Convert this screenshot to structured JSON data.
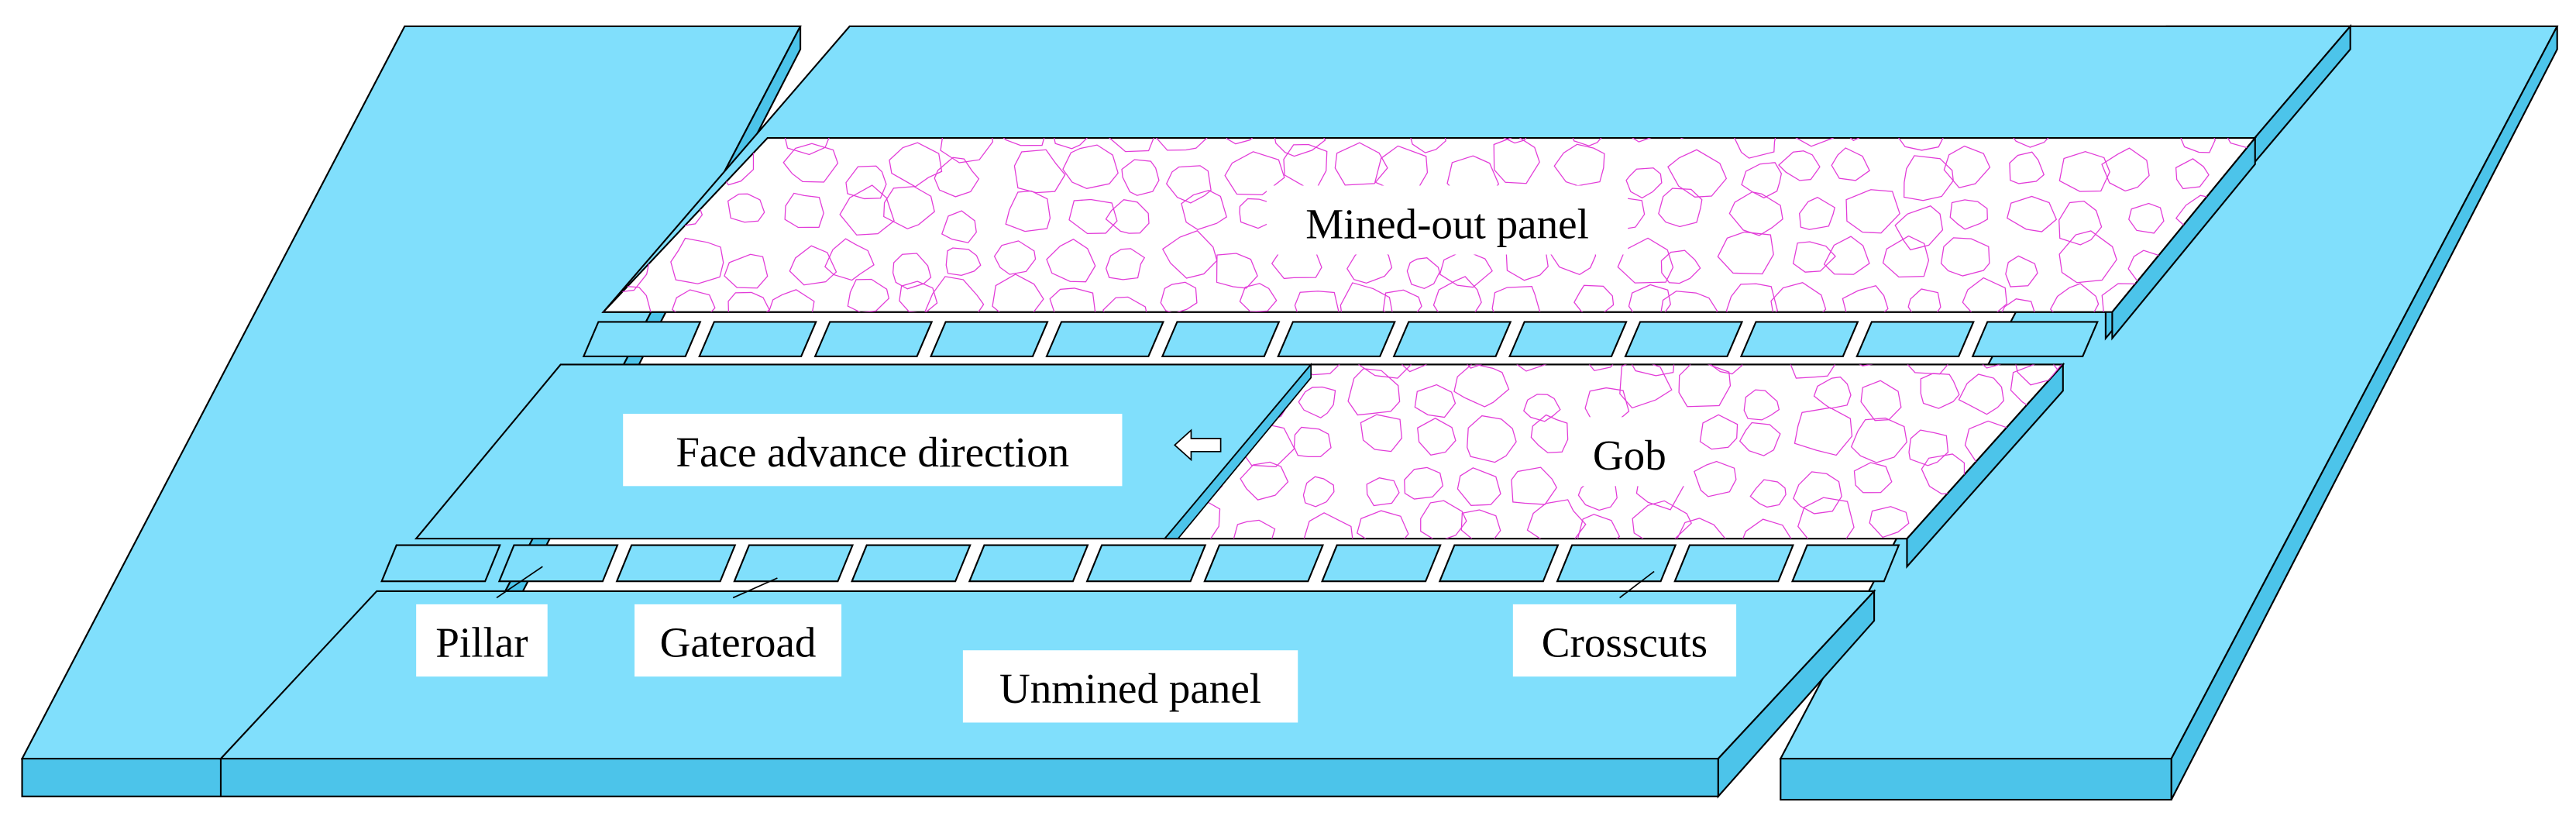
{
  "diagram": {
    "labels": {
      "mined_out_panel": "Mined-out panel",
      "gob": "Gob",
      "face_advance_direction": "Face advance direction",
      "pillar": "Pillar",
      "gateroad": "Gateroad",
      "crosscuts": "Crosscuts",
      "unmined_panel": "Unmined panel"
    },
    "colors": {
      "pillar_top": "#80dffc",
      "pillar_side": "#4cc4ea",
      "outline": "#000000",
      "gob_rock": "#e23bd8",
      "label_bg": "#ffffff"
    }
  }
}
